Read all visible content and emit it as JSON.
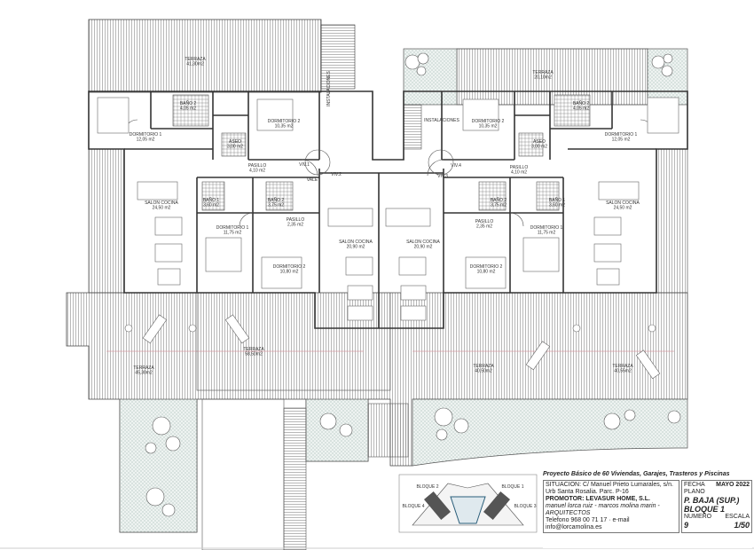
{
  "drawing": {
    "rooms": [
      {
        "name": "TERRAZA",
        "area": "41,30m2"
      },
      {
        "name": "TERRAZA",
        "area": "20,10m2"
      },
      {
        "name": "BAÑO 2",
        "area": "4,05 m2"
      },
      {
        "name": "DORMITORIO 1",
        "area": "12,05 m2"
      },
      {
        "name": "ASEO",
        "area": "3,00 m2"
      },
      {
        "name": "DORMITORIO 2",
        "area": "10,35 m2"
      },
      {
        "name": "INSTALACIONES",
        "area": ""
      },
      {
        "name": "INSTALACIONES",
        "area": ""
      },
      {
        "name": "DORMITORIO 2",
        "area": "10,35 m2"
      },
      {
        "name": "ASEO",
        "area": "3,00 m2"
      },
      {
        "name": "BAÑO 2",
        "area": "4,05 m2"
      },
      {
        "name": "DORMITORIO 1",
        "area": "12,05 m2"
      },
      {
        "name": "PASILLO",
        "area": "4,10 m2"
      },
      {
        "name": "PASILLO",
        "area": "4,10 m2"
      },
      {
        "name": "SALON COCINA",
        "area": "24,50 m2"
      },
      {
        "name": "BAÑO 1",
        "area": "3,60 m2"
      },
      {
        "name": "BAÑO 2",
        "area": "3,75 m2"
      },
      {
        "name": "PASILLO",
        "area": "2,35 m2"
      },
      {
        "name": "DORMITORIO 1",
        "area": "11,75 m2"
      },
      {
        "name": "DORMITORIO 2",
        "area": "10,80 m2"
      },
      {
        "name": "SALON COCINA",
        "area": "20,90 m2"
      },
      {
        "name": "SALON COCINA",
        "area": "20,90 m2"
      },
      {
        "name": "DORMITORIO 2",
        "area": "10,80 m2"
      },
      {
        "name": "PASILLO",
        "area": "2,35 m2"
      },
      {
        "name": "BAÑO 2",
        "area": "3,75 m2"
      },
      {
        "name": "BAÑO 1",
        "area": "3,60 m2"
      },
      {
        "name": "DORMITORIO 1",
        "area": "11,75 m2"
      },
      {
        "name": "SALON COCINA",
        "area": "24,50 m2"
      },
      {
        "name": "TERRAZA",
        "area": "58,50m2"
      },
      {
        "name": "TERRAZA",
        "area": "45,30m2"
      },
      {
        "name": "TERRAZA",
        "area": "40,50m2"
      },
      {
        "name": "TERRAZA",
        "area": "40,55m2"
      }
    ],
    "unit_tags": [
      "VIV.1",
      "VALE",
      "VIV.2",
      "VIV.4",
      "VIV.3"
    ]
  },
  "key_plan": {
    "labels": [
      "BLOQUE 2",
      "BLOQUE 1",
      "BLOQUE 4",
      "BLOQUE 3"
    ]
  },
  "title_block": {
    "project": "Proyecto Básico de 60 Viviendas, Garajes, Trasteros y Piscinas",
    "situacion": "SITUACION: C/ Manuel Prieto Lumarales, s/n. Urb Santa Rosalia. Parc. P-16",
    "promotor": "PROMOTOR: LEVASUR HOME, S.L.",
    "architects": "manuel lorca ruiz - marcos molina marin - ARQUITECTOS",
    "footer": "Telefono 968 00 71 17 · e-mail info@lorcamolina.es",
    "fecha_label": "FECHA",
    "fecha": "MAYO 2022",
    "plano_label": "PLANO",
    "plano_line1": "P. BAJA (SUP.)",
    "plano_line2": "BLOQUE 1",
    "numero_label": "NUMERO",
    "numero": "9",
    "escala_label": "ESCALA",
    "escala": "1/50"
  }
}
